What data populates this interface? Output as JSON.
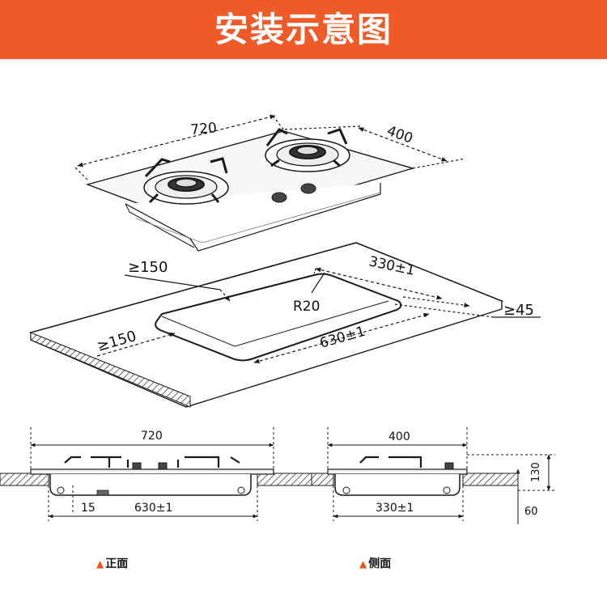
{
  "header": {
    "title": "安装示意图",
    "background": "#ee5a28"
  },
  "iso_view": {
    "hob_width": "720",
    "hob_depth": "400",
    "cutout_back_clearance": "≥150",
    "cutout_depth": "330±1",
    "corner_radius": "R20",
    "side_clearance": "≥45",
    "front_clearance": "≥150",
    "cutout_width": "630±1"
  },
  "front_view": {
    "label": "正面",
    "width": "720",
    "cutout": "630±1",
    "offset": "15"
  },
  "side_view": {
    "label": "侧面",
    "width": "400",
    "cutout": "330±1",
    "height": "130",
    "depth": "60"
  },
  "colors": {
    "accent": "#e8541c",
    "line": "#1a1a1a"
  }
}
